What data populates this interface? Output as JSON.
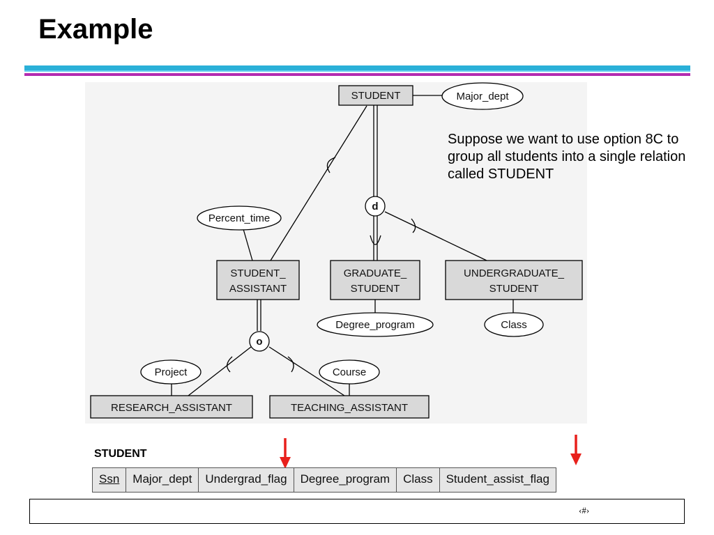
{
  "title": "Example",
  "note": "Suppose we want to use option 8C to group all students into a single relation called STUDENT",
  "diagram": {
    "entities": {
      "student": "STUDENT",
      "student_assistant": [
        "STUDENT_",
        "ASSISTANT"
      ],
      "graduate_student": [
        "GRADUATE_",
        "STUDENT"
      ],
      "undergraduate_student": [
        "UNDERGRADUATE_",
        "STUDENT"
      ],
      "research_assistant": "RESEARCH_ASSISTANT",
      "teaching_assistant": "TEACHING_ASSISTANT"
    },
    "attributes": {
      "major_dept": "Major_dept",
      "percent_time": "Percent_time",
      "degree_program": "Degree_program",
      "class": "Class",
      "project": "Project",
      "course": "Course"
    },
    "specializations": {
      "disjoint": "d",
      "overlapping": "o"
    }
  },
  "relation": {
    "name": "STUDENT",
    "columns": [
      {
        "label": "Ssn",
        "key": true
      },
      {
        "label": "Major_dept",
        "key": false
      },
      {
        "label": "Undergrad_flag",
        "key": false
      },
      {
        "label": "Degree_program",
        "key": false
      },
      {
        "label": "Class",
        "key": false
      },
      {
        "label": "Student_assist_flag",
        "key": false
      }
    ],
    "highlighted_columns": [
      "Undergrad_flag",
      "Student_assist_flag"
    ],
    "highlight_color": "#e8201c"
  },
  "footer": {
    "page": "‹#›"
  }
}
